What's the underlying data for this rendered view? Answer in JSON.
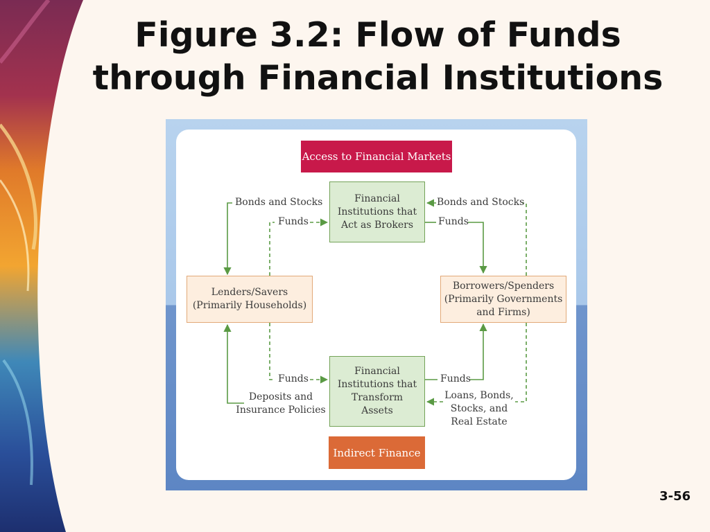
{
  "slide": {
    "title_line1": "Figure 3.2: Flow of Funds",
    "title_line2": "through Financial Institutions",
    "page_number": "3-56"
  },
  "diagram": {
    "banner_top": "Access to Financial Markets",
    "banner_bottom": "Indirect Finance",
    "brokers_box": [
      "Financial",
      "Institutions that",
      "Act as Brokers"
    ],
    "transform_box": [
      "Financial",
      "Institutions that",
      "Transform",
      "Assets"
    ],
    "lenders_box": [
      "Lenders/Savers",
      "(Primarily Households)"
    ],
    "borrowers_box": [
      "Borrowers/Spenders",
      "(Primarily Governments",
      "and Firms)"
    ],
    "labels": {
      "bonds_stocks_left": "Bonds and Stocks",
      "funds_top_left": "Funds",
      "bonds_stocks_right": "Bonds and Stocks",
      "funds_top_right": "Funds",
      "funds_bottom_left": "Funds",
      "deposits": [
        "Deposits and",
        "Insurance Policies"
      ],
      "funds_bottom_right": "Funds",
      "loans": [
        "Loans, Bonds,",
        "Stocks, and",
        "Real Estate"
      ]
    },
    "colors": {
      "arrow": "#5a9a44",
      "banner_top": "#c8194a",
      "banner_bottom": "#db6a37"
    }
  }
}
